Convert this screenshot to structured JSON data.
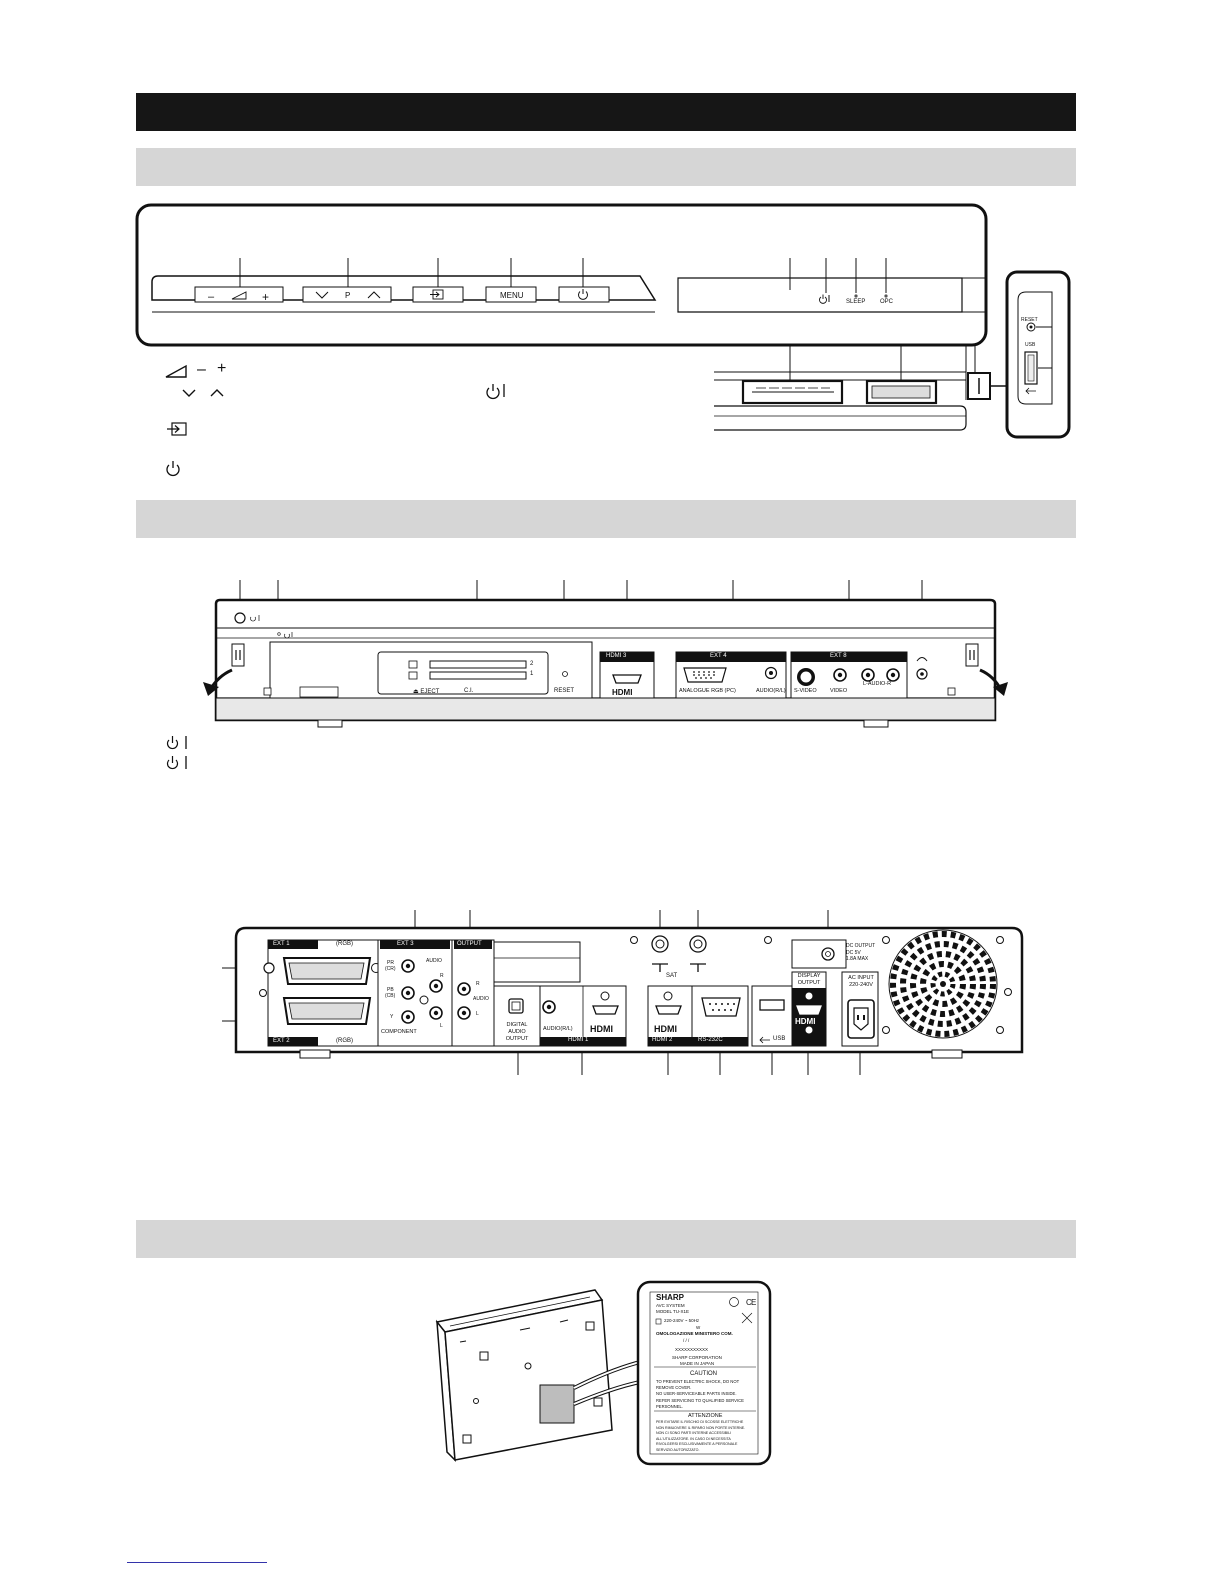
{
  "front_panel": {
    "buttons": [
      {
        "id": "volume",
        "minus": "–",
        "plus": "+"
      },
      {
        "id": "channel",
        "letter": "P"
      },
      {
        "id": "input"
      },
      {
        "id": "menu",
        "label": "MENU"
      },
      {
        "id": "power"
      }
    ],
    "indicators": {
      "sleep": "SLEEP",
      "opc": "OPC"
    },
    "side_panel": {
      "reset": "RESET",
      "usb": "USB"
    }
  },
  "legend_symbols": {
    "vol_minus": "–",
    "vol_plus": "+"
  },
  "avc_front": {
    "eject": "⏏ EJECT",
    "ci": "C.I.",
    "slot2": "2",
    "slot1": "1",
    "reset": "RESET",
    "hdmi3": "HDMI 3",
    "ext4": "EXT 4",
    "analogue_rgb": "ANALOGUE RGB (PC)",
    "audio_rl": "AUDIO(R/L)",
    "ext8": "EXT 8",
    "svideo": "S-VIDEO",
    "video": "VIDEO",
    "laudio_r": "L-AUDIO-R",
    "hdmi_logo": "HDMI"
  },
  "avc_rear": {
    "ext1": "EXT 1",
    "rgb": "(RGB)",
    "ext2": "EXT 2",
    "ext3": "EXT 3",
    "pr": "PR",
    "pr_cr": "(CR)",
    "pb": "PB",
    "pb_cb": "(CB)",
    "y": "Y",
    "component": "COMPONENT",
    "audio": "AUDIO",
    "r": "R",
    "l": "L",
    "output": "OUTPUT",
    "digital_audio_output": [
      "DIGITAL",
      "AUDIO",
      "OUTPUT"
    ],
    "audio_rl": "AUDIO(R/L)",
    "hdmi1": "HDMI 1",
    "hdmi2": "HDMI 2",
    "sat": "SAT",
    "rs232c": "RS-232C",
    "usb": "USB",
    "display_output": [
      "DISPLAY",
      "OUTPUT"
    ],
    "dc_output": [
      "DC OUTPUT",
      "DC 5V",
      "1.8A MAX"
    ],
    "ac_input": [
      "AC INPUT",
      "220-240V"
    ],
    "hdmi_logo": "HDMI"
  },
  "rating_label": {
    "brand": "SHARP",
    "line1": "AVC SYSTEM",
    "model": "MODEL   TU-X1E",
    "power": "220-240V ~  50Hz",
    "watt": "W",
    "approval": "OMOLOGAZIONE MINISTERO COM.",
    "slashes": "/    /  /",
    "serial": "XXXXXXXXXXX",
    "corp": "SHARP CORPORATION",
    "made_in": "MADE IN JAPAN",
    "caution_title": "CAUTION",
    "caution_lines": [
      "TO PREVENT ELECTRIC SHOCK, DO NOT",
      "REMOVE COVER.",
      "NO USER-SERVICEABLE PARTS INSIDE.",
      "REFER SERVICING TO QUALIFIED SERVICE",
      "PERSONNEL."
    ],
    "attention_title": "ATTENZIONE",
    "attention_lines": [
      "PER EVITARE IL RISCHIO DI SCOSSE ELETTRICHE",
      "NON RIMUOVERE IL RIPARO NON PORTE INTERNE.",
      "NON CI SONO PARTI INTERNE ACCESSIBILI",
      "ALL'UTILIZZATORE. IN CASO DI NECESSITA",
      "RIVOLGERSI ESCLUSIVAMENTE A PERSONALE",
      "SERVIZIO AUTORIZZATO."
    ]
  }
}
